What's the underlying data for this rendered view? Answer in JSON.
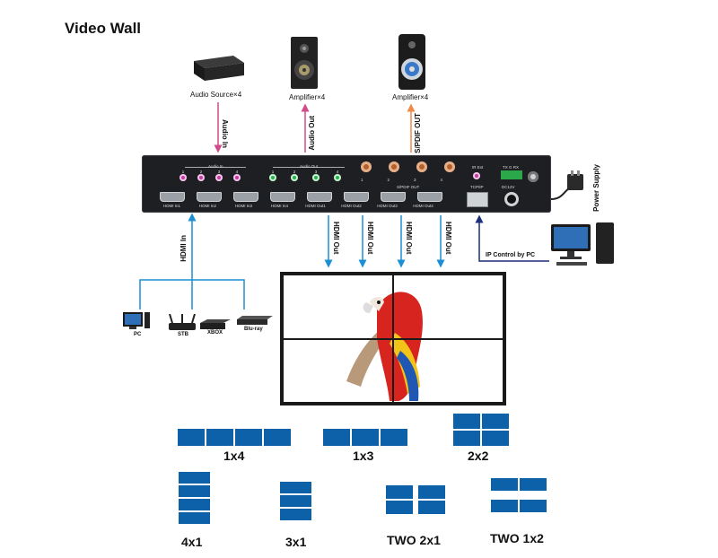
{
  "title": "Video Wall",
  "devices": {
    "audio_source": "Audio Source×4",
    "amplifier_1": "Amplifier×4",
    "amplifier_2": "Amplifier×4"
  },
  "signals": {
    "audio_in": "Audio In",
    "audio_out": "Audio Out",
    "spdif_out": "S/PDIF OUT",
    "hdmi_in": "HDMI In",
    "hdmi_out": "HDMI Out",
    "ip_control": "IP Control by PC",
    "power_supply": "Power Supply"
  },
  "panel": {
    "audio_in_group": "Audio In",
    "audio_out_group": "Audio Out",
    "spdif_group": "S/PDIF OUT",
    "ir_ext": "IR Ext",
    "tcp_ip": "TCP/IP",
    "dc": "DC12V",
    "rs232": "TX G RX",
    "port_nums": [
      "1",
      "2",
      "3",
      "4"
    ],
    "hdmi_ports": [
      "HDMI In1",
      "HDMI In2",
      "HDMI In3",
      "HDMI In4",
      "HDMI Out1",
      "HDMI Out2",
      "HDMI Out3",
      "HDMI Out4"
    ]
  },
  "sources": [
    "PC",
    "STB",
    "XBOX",
    "Blu-ray"
  ],
  "layouts": [
    "1x4",
    "1x3",
    "2x2",
    "4x1",
    "3x1",
    "TWO 2x1",
    "TWO 1x2"
  ],
  "colors": {
    "audio": "#d14a8a",
    "amplifier": "#f08a4b",
    "hdmi": "#1a8fd6",
    "ip": "#1c2f7a",
    "block": "#0d61a9",
    "chassis": "#1e1f22"
  }
}
